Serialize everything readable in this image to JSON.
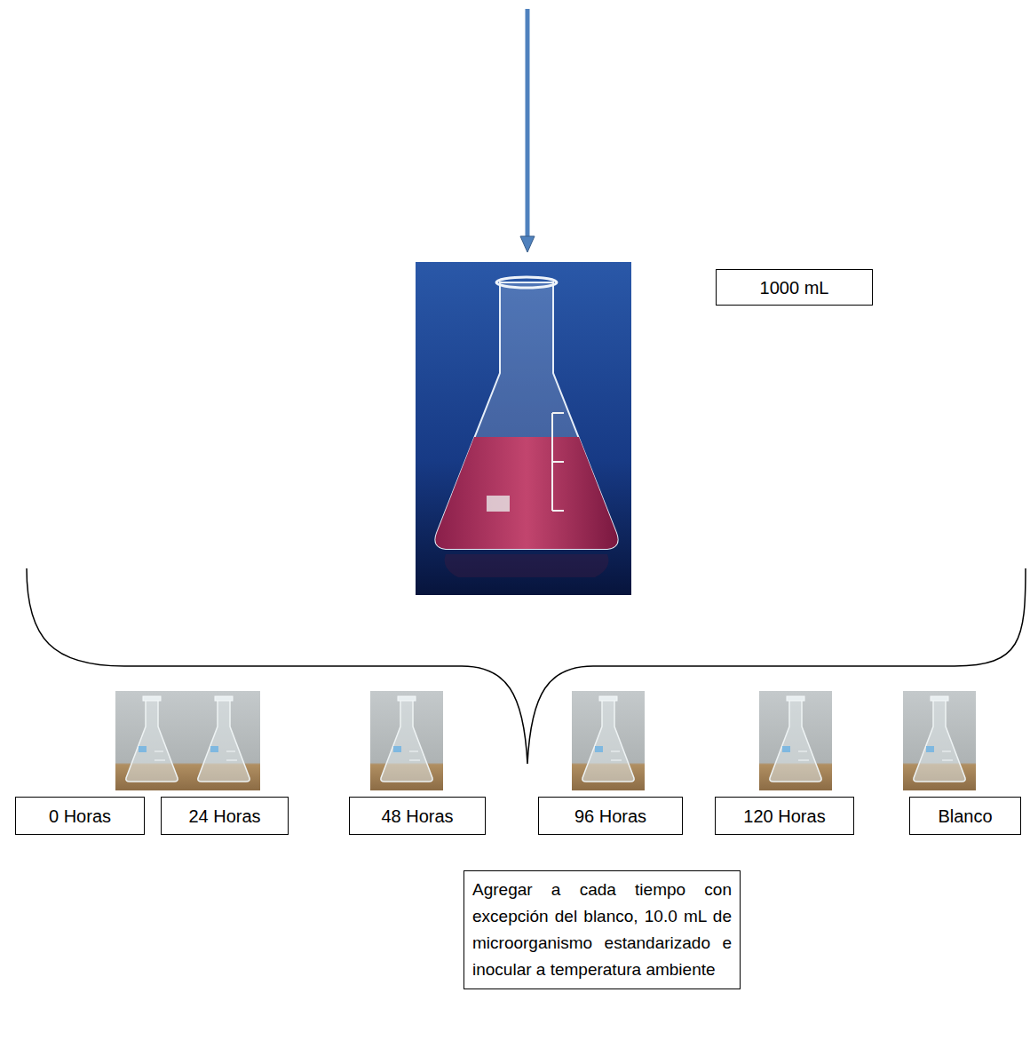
{
  "diagram": {
    "nodes": [
      {
        "text": [
          "1000 mL"
        ]
      },
      {
        "text": [
          "0 Horas"
        ]
      },
      {
        "text": [
          "24 Horas"
        ]
      },
      {
        "text": [
          "48 Horas"
        ]
      },
      {
        "text": [
          "96 Horas"
        ]
      },
      {
        "text": [
          "120 Horas"
        ]
      },
      {
        "text": [
          "Blanco"
        ]
      },
      {
        "text": [
          "Agregar a cada tiempo con excepción del blanco, 10.0 mL de microorganismo estandarizado e inocular a temperatura ambiente"
        ]
      }
    ]
  }
}
